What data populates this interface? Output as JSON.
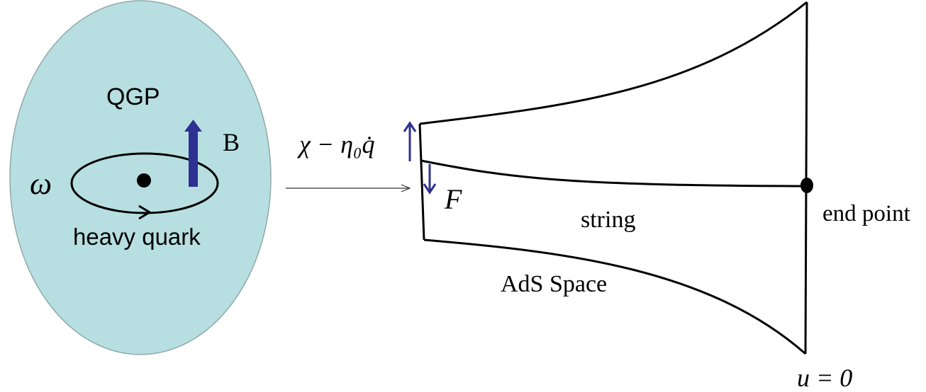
{
  "colors": {
    "qgp_fill": "#b7dfe2",
    "qgp_stroke": "#8fa8a8",
    "field_arrow": "#2e3192",
    "ink": "#000000",
    "pointer_line": "#333333"
  },
  "icons": {
    "b_field_arrow": "thick-up-arrow-icon",
    "rotation": "circular-arrow-icon",
    "quark": "filled-dot-icon",
    "end_point": "filled-dot-icon"
  },
  "labels": {
    "qgp": "QGP",
    "magnetic_field": "B",
    "angular_velocity": "ω",
    "heavy_quark": "heavy quark",
    "chi_expression": "χ − η₀q̇",
    "force": "F",
    "string": "string",
    "end_point": "end point",
    "ads_space": "AdS Space",
    "boundary": "u = 0"
  }
}
